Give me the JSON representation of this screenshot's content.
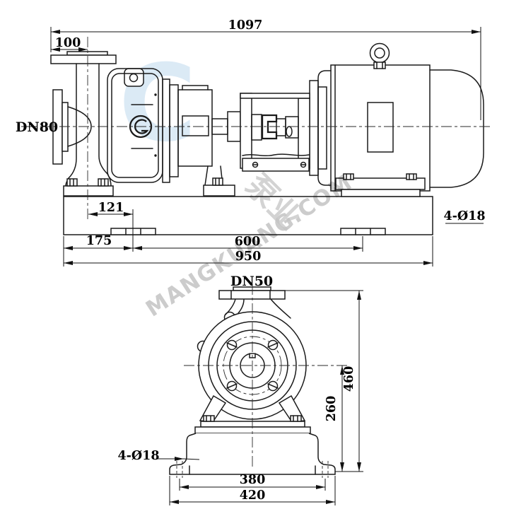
{
  "page": {
    "background": "#ffffff",
    "line_color": "#1b1b1b",
    "dim_text_color": "#000000"
  },
  "side_view": {
    "dimensions": {
      "overall_length": "1097",
      "discharge_offset": "100",
      "suction_flange": "DN80",
      "suction_cl_to_foot": "121",
      "base_edge_to_foot": "175",
      "foot_spacing": "600",
      "base_length": "950",
      "base_holes": "4-Ø18"
    }
  },
  "front_view": {
    "dimensions": {
      "discharge_flange": "DN50",
      "overall_height": "460",
      "centerline_height": "260",
      "base_holes": "4-Ø18",
      "bolt_hole_spacing": "380",
      "base_width": "420"
    }
  },
  "watermark": {
    "brand": "MANGKUANG.COM",
    "cjk": "泵业",
    "logo_letter": "C",
    "text_color": "#c4c4c4",
    "logo_color": "#b9d6ec"
  }
}
